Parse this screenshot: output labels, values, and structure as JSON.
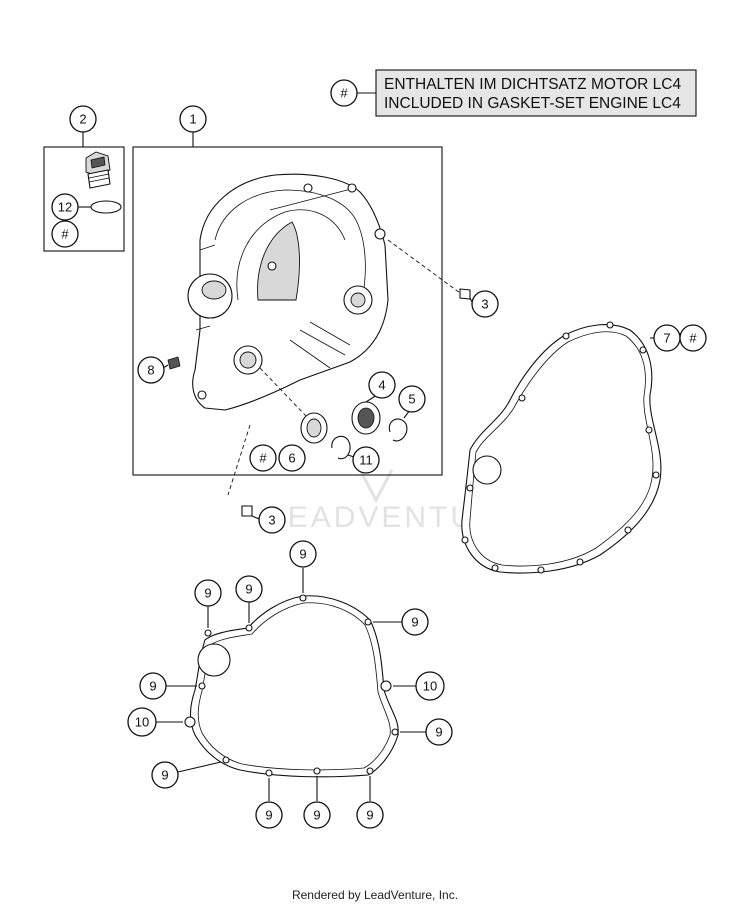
{
  "legend": {
    "symbol": "#",
    "line1": "ENTHALTEN IM DICHTSATZ MOTOR LC4",
    "line2": "INCLUDED IN GASKET-SET ENGINE LC4"
  },
  "callouts": {
    "c1": "1",
    "c2": "2",
    "c12": "12",
    "c_hash_inset": "#",
    "c3_upper": "3",
    "c3_lower": "3",
    "c4": "4",
    "c5": "5",
    "c6": "6",
    "c_hash_6": "#",
    "c7": "7",
    "c_hash_7": "#",
    "c8": "8",
    "c11": "11",
    "g9_top": "9",
    "g9_left_top": "9",
    "g9_mid_top": "9",
    "g9_right_top": "9",
    "g9_left_mid": "9",
    "g10_right": "10",
    "g10_left": "10",
    "g9_right_low": "9",
    "g9_left_low": "9",
    "g9_bottom_left": "9",
    "g9_bottom_mid": "9",
    "g9_bottom_right": "9"
  },
  "watermark": "LEADVENTURE",
  "footer": "Rendered by LeadVenture, Inc."
}
